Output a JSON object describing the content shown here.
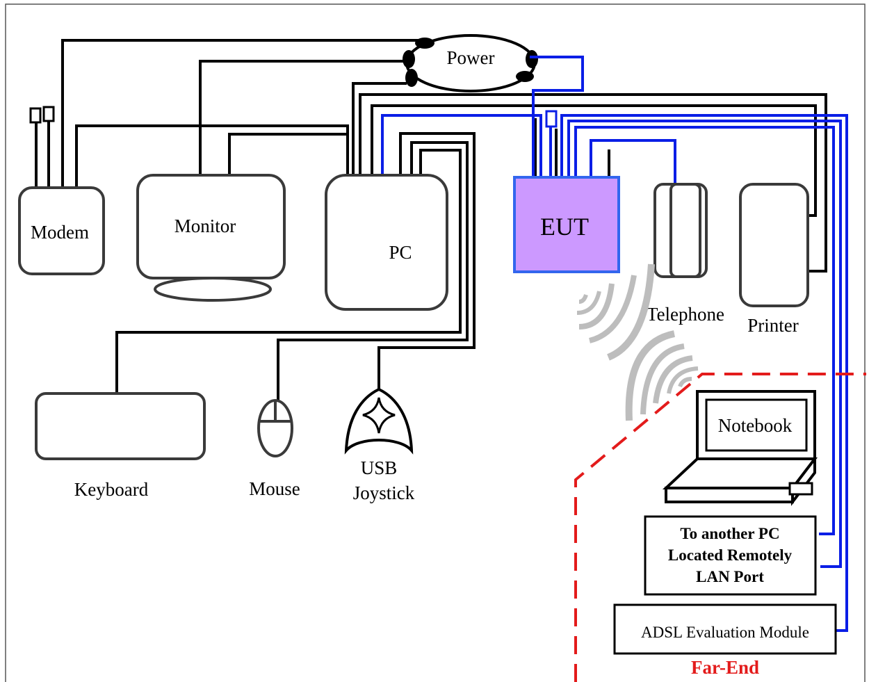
{
  "labels": {
    "power": "Power",
    "modem": "Modem",
    "monitor": "Monitor",
    "pc": "PC",
    "eut": "EUT",
    "telephone": "Telephone",
    "printer": "Printer",
    "keyboard": "Keyboard",
    "mouse": "Mouse",
    "usb": "USB",
    "joystick": "Joystick",
    "notebook": "Notebook",
    "remote_line1": "To another PC",
    "remote_line2": "Located Remotely",
    "remote_line3": "LAN Port",
    "adsl": "ADSL Evaluation Module",
    "far_end": "Far-End"
  },
  "colors": {
    "eut_fill": "#cc99ff",
    "eut_border": "#3366ee",
    "blue_wire": "#0a1ee6",
    "far_end": "#e31b1b",
    "wave": "#bdbdbd"
  }
}
